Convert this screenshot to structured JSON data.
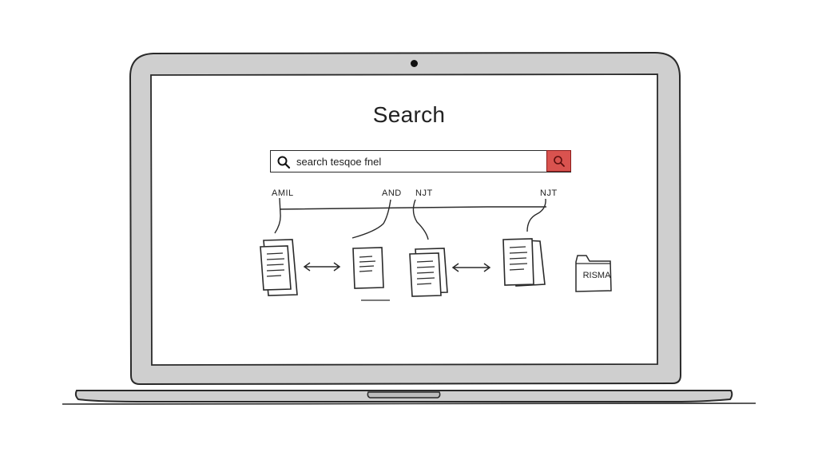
{
  "screen": {
    "title": "Search"
  },
  "search": {
    "query": "search tesqoe fnel",
    "button_icon": "search-icon"
  },
  "operators": {
    "left": "AMIL",
    "and": "AND",
    "not_1": "NJT",
    "not_2": "NJT"
  },
  "folder": {
    "label": "RISMA"
  },
  "colors": {
    "accent": "#d9534f",
    "frame": "#cfcfcf",
    "ink": "#222222"
  }
}
